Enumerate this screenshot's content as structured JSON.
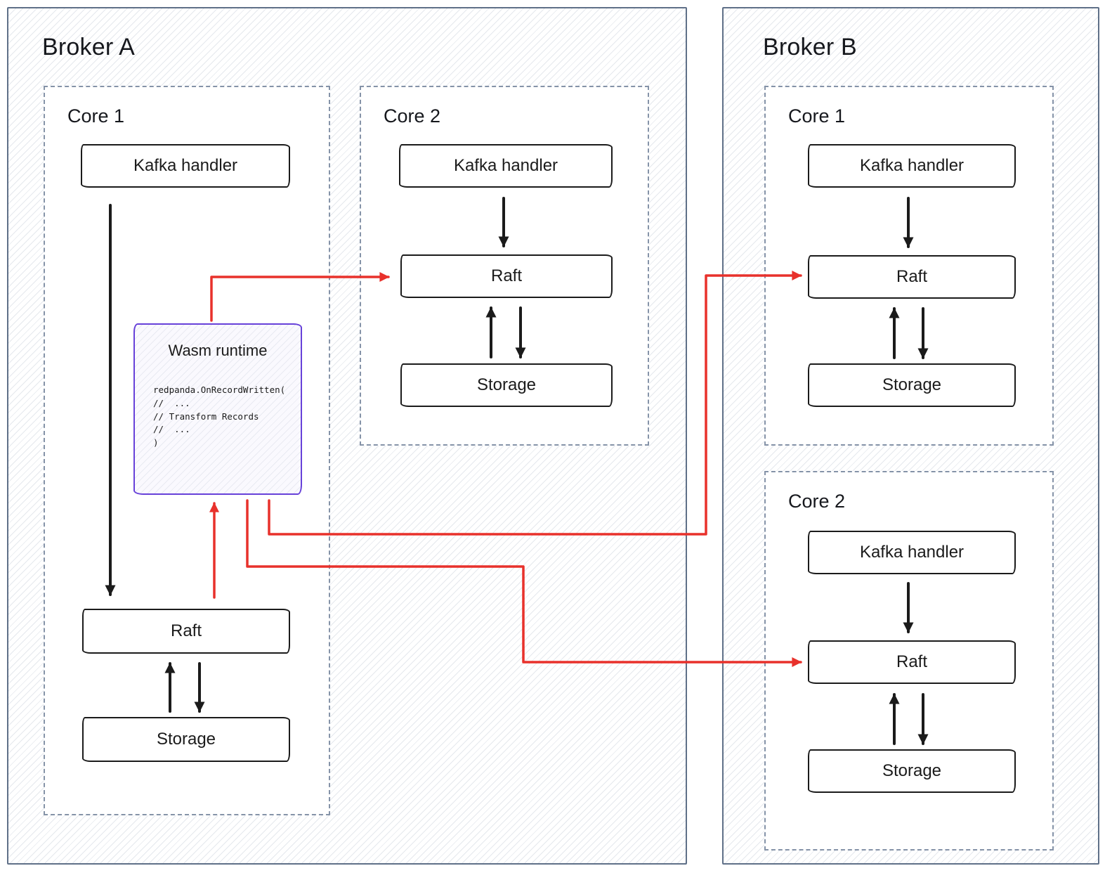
{
  "colors": {
    "arrow_black": "#1b1b1b",
    "arrow_red": "#e8312b",
    "wasm_border": "#6741d9",
    "broker_border": "#5f7088",
    "core_border": "#8593a8",
    "node_border": "#1b1b1b"
  },
  "broker_a": {
    "title": "Broker A",
    "core1": {
      "title": "Core 1",
      "kafka_handler": "Kafka handler",
      "raft": "Raft",
      "storage": "Storage",
      "wasm": {
        "title": "Wasm runtime",
        "code_lines": [
          "redpanda.OnRecordWritten(",
          "//  ...",
          "// Transform Records",
          "//  ...",
          ")"
        ]
      }
    },
    "core2": {
      "title": "Core 2",
      "kafka_handler": "Kafka handler",
      "raft": "Raft",
      "storage": "Storage"
    }
  },
  "broker_b": {
    "title": "Broker B",
    "core1": {
      "title": "Core 1",
      "kafka_handler": "Kafka handler",
      "raft": "Raft",
      "storage": "Storage"
    },
    "core2": {
      "title": "Core 2",
      "kafka_handler": "Kafka handler",
      "raft": "Raft",
      "storage": "Storage"
    }
  }
}
